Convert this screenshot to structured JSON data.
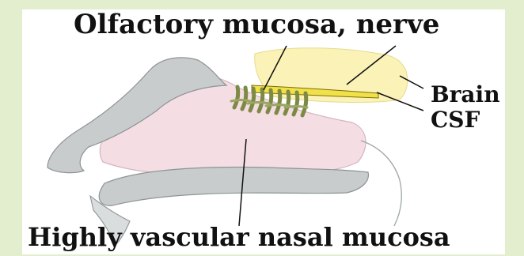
{
  "labels": {
    "top": "Olfactory mucosa, nerve",
    "brain": "Brain",
    "csf": "CSF",
    "bottom": "Highly vascular nasal mucosa"
  },
  "colors": {
    "background_frame": "#e3eecf",
    "panel": "#ffffff",
    "nasal_mucosa": "#f4dde3",
    "bone": "#c9cccc",
    "brain": "#fbf2b8",
    "csf_band": "#f0e04a",
    "olfactory_nerves": "#7c8a46"
  }
}
